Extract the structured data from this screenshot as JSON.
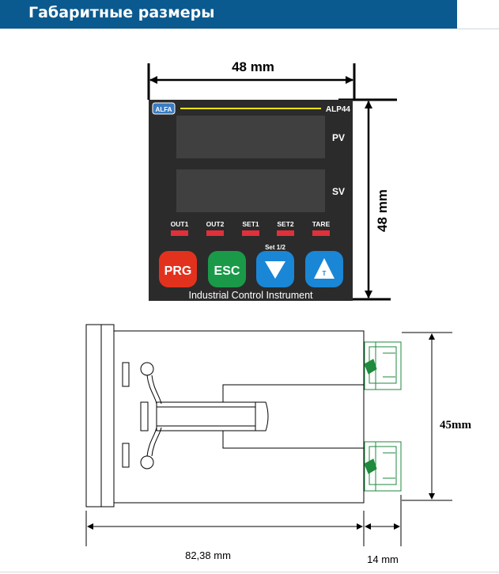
{
  "header": {
    "title": "Габаритные размеры"
  },
  "front": {
    "width_label": "48 mm",
    "height_label": "48 mm",
    "brand": "ALFA",
    "model": "ALP44",
    "pv_label": "PV",
    "sv_label": "SV",
    "indicators": [
      "OUT1",
      "OUT2",
      "SET1",
      "SET2",
      "TARE"
    ],
    "set_label": "Set 1/2",
    "btn_prg": "PRG",
    "btn_esc": "ESC",
    "btn_up_letter": "T",
    "footer_text": "Industrial Control Instrument",
    "colors": {
      "panel": "#2b2b2b",
      "display": "#3f3f3f",
      "prg": "#e2321e",
      "esc": "#1a9a49",
      "arrow": "#1a86d6",
      "led": "#e0303a",
      "yellow_line": "#f4e21a"
    }
  },
  "side": {
    "depth_label": "82,38 mm",
    "connector_label": "14 mm",
    "height_label": "45mm",
    "connector_color": "#1e8a3c"
  }
}
